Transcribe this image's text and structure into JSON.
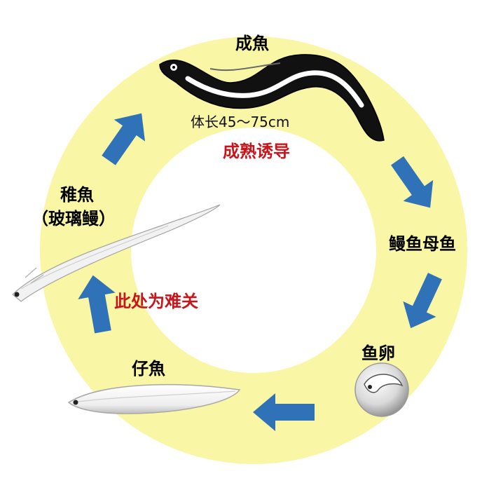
{
  "labels": {
    "adult": "成魚",
    "adult_size": "体长45～75cm",
    "maturation": "成熟诱导",
    "mother": "鳗鱼母鱼",
    "egg": "鱼卵",
    "larva": "仔魚",
    "juvenile": "稚魚",
    "juvenile_sub": "（玻璃鳗）",
    "difficulty": "此处为难关"
  },
  "colors": {
    "ring": "#f9f6a6",
    "arrow": "#2f72b8",
    "highlight": "#c8151b"
  }
}
